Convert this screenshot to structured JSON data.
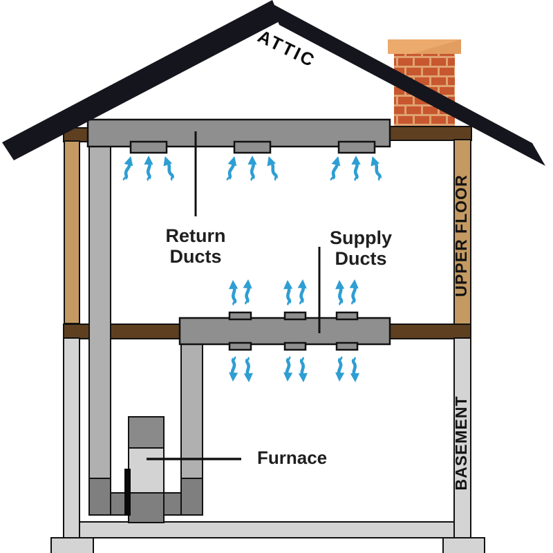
{
  "labels": {
    "attic": "ATTIC",
    "upper_floor": "UPPER FLOOR",
    "basement": "BASEMENT",
    "return_ducts": "Return\nDucts",
    "supply_ducts": "Supply\nDucts",
    "furnace": "Furnace"
  },
  "colors": {
    "background": "#ffffff",
    "roof": "#15151d",
    "wood_beam": "#5e4021",
    "wood_stud": "#c49a62",
    "duct": "#8f8f8f",
    "duct_drop": "#b0b0b0",
    "duct_dark": "#7f7f7f",
    "furnace_body": "#d3d3d3",
    "furnace_top": "#8a8a8a",
    "flue": "#0a0a0a",
    "foundation": "#d4d4d4",
    "brick": "#c7572e",
    "brick_mortar": "#e0a271",
    "chimney_cap": "#ecaa6d",
    "chimney_cap_shade": "#dd9659",
    "airflow_arrow": "#2e9ed3",
    "outline": "#111111",
    "label_text": "#1c1c1c"
  }
}
